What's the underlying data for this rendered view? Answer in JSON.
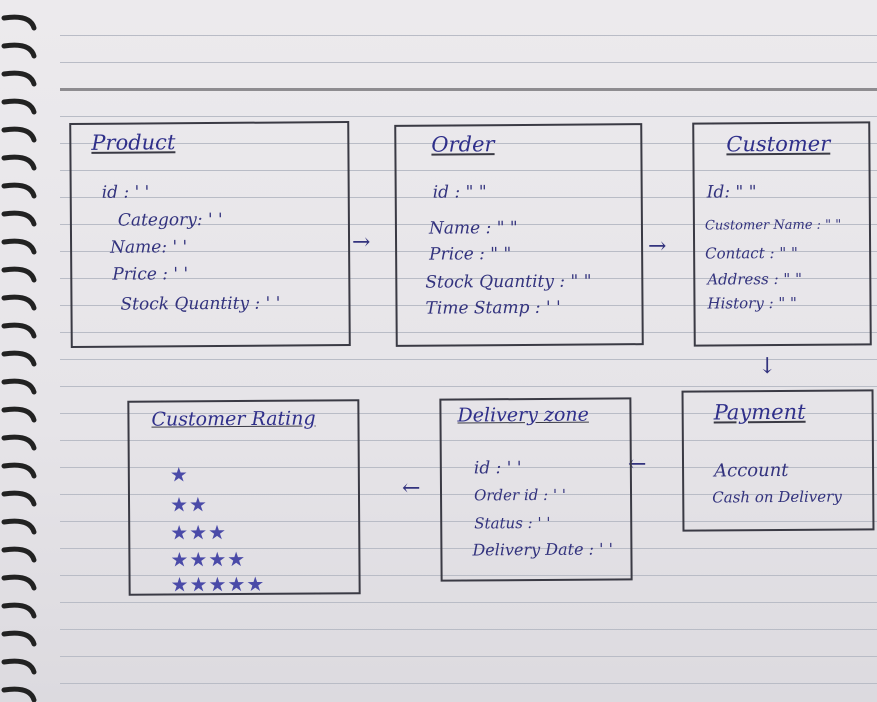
{
  "product": {
    "title": "Product",
    "fields": [
      "id : ' '",
      "Category: ' '",
      "Name: ' '",
      "Price : ' '",
      "Stock Quantity : ' '"
    ]
  },
  "order": {
    "title": "Order",
    "fields": [
      "id : \" \"",
      "Name : \" \"",
      "Price : \" \"",
      "Stock Quantity : \" \"",
      "Time Stamp : ' '"
    ]
  },
  "customer": {
    "title": "Customer",
    "fields": [
      "Id: \" \"",
      "Customer Name : \" \"",
      "Contact : \" \"",
      "Address : \" \"",
      "History : \" \""
    ]
  },
  "payment": {
    "title": "Payment",
    "fields": [
      "Account",
      "Cash on Delivery"
    ]
  },
  "delivery": {
    "title": "Delivery zone",
    "fields": [
      "id : ' '",
      "Order id : ' '",
      "Status : ' '",
      "Delivery Date : ' '"
    ]
  },
  "rating": {
    "title": "Customer Rating",
    "stars": [
      "★",
      "★★",
      "★★★",
      "★★★★",
      "★★★★★"
    ]
  },
  "arrows": {
    "right": "→",
    "down": "↓",
    "left": "←"
  }
}
